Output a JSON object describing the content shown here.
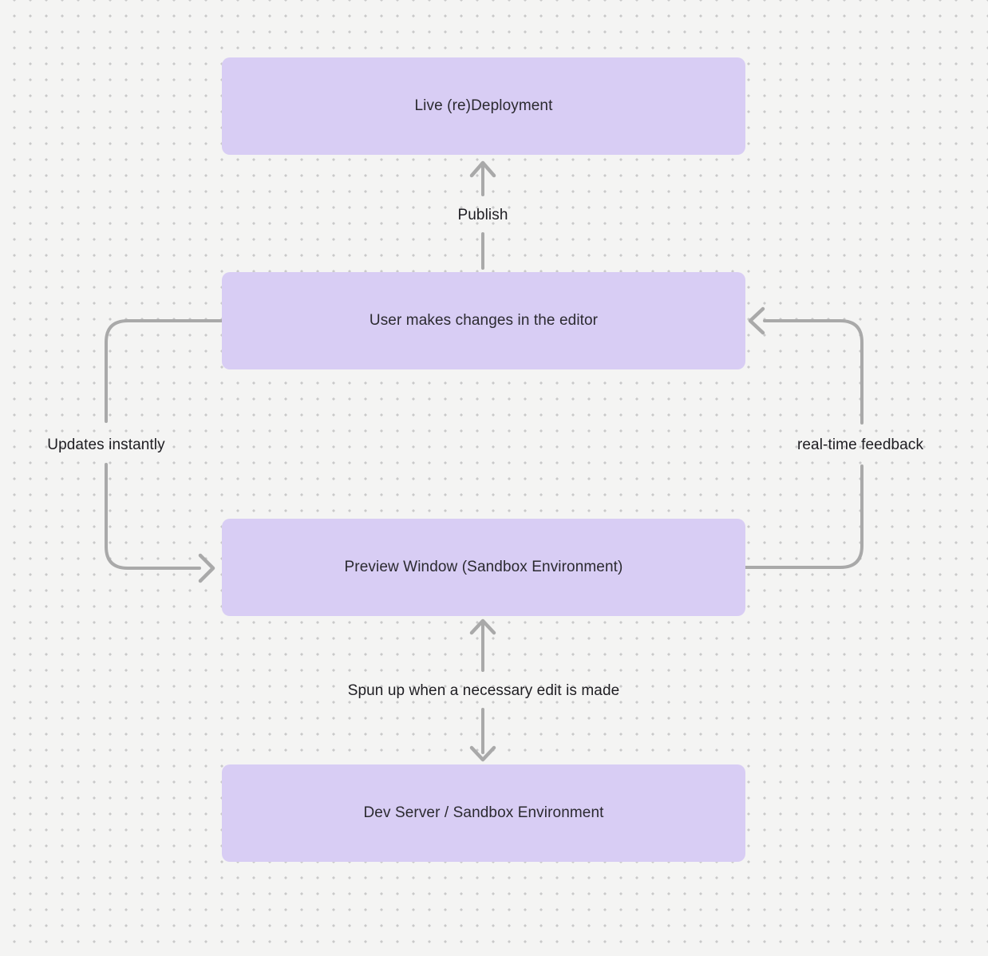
{
  "diagram": {
    "background_color": "#f4f4f3",
    "dot_grid_color": "#c9c9c9",
    "node_fill_color": "#d8cdf4",
    "node_text_color": "#2b2a30",
    "arrow_color": "#a9a9a9",
    "edge_label_color": "#1e1d22",
    "nodes": [
      {
        "label": "Live (re)Deployment"
      },
      {
        "label": "User makes changes in the editor"
      },
      {
        "label": "Preview Window (Sandbox Environment)"
      },
      {
        "label": "Dev Server / Sandbox Environment"
      }
    ],
    "edges": [
      {
        "label": "Publish",
        "from": "User makes changes in the editor",
        "to": "Live (re)Deployment",
        "direction": "up"
      },
      {
        "label": "Updates instantly",
        "from": "User makes changes in the editor",
        "to": "Preview Window (Sandbox Environment)",
        "direction": "left-side-loop"
      },
      {
        "label": "real-time feedback",
        "from": "Preview Window (Sandbox Environment)",
        "to": "User makes changes in the editor",
        "direction": "right-side-loop"
      },
      {
        "label": "Spun up when a necessary edit is made",
        "from": "Dev Server / Sandbox Environment",
        "to": "Preview Window (Sandbox Environment)",
        "direction": "bidirectional"
      }
    ]
  }
}
